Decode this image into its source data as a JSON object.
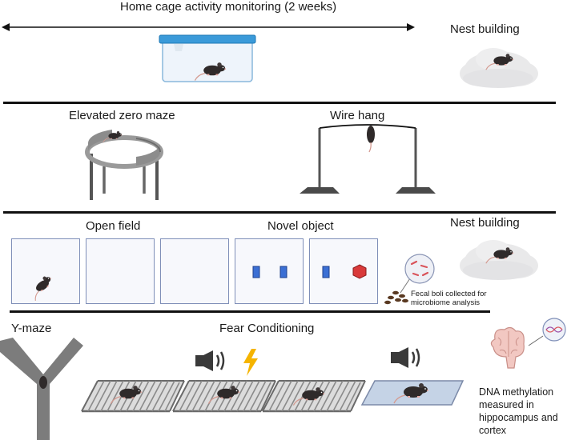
{
  "section1": {
    "title": "Home cage activity monitoring (2 weeks)",
    "nest_label": "Nest building"
  },
  "section2": {
    "ezm_label": "Elevated zero maze",
    "wire_label": "Wire hang"
  },
  "section3": {
    "open_field_label": "Open field",
    "novel_object_label": "Novel object",
    "nest_label": "Nest building",
    "fecal_label": "Fecal boli collected for microbiome analysis"
  },
  "section4": {
    "ymaze_label": "Y-maze",
    "fear_label": "Fear Conditioning",
    "dna_label": "DNA methylation measured in hippocampus and cortex"
  },
  "colors": {
    "divider": "#111111",
    "lid_blue": "#3a9ad9",
    "panel_border": "#7f8fb8",
    "object_blue": "#3b6fd4",
    "object_red": "#d93a3a",
    "bolt": "#f5b400",
    "brain": "#f2c8c2",
    "cloud": "#e9e9ea",
    "mouse": "#2f2a2a"
  }
}
